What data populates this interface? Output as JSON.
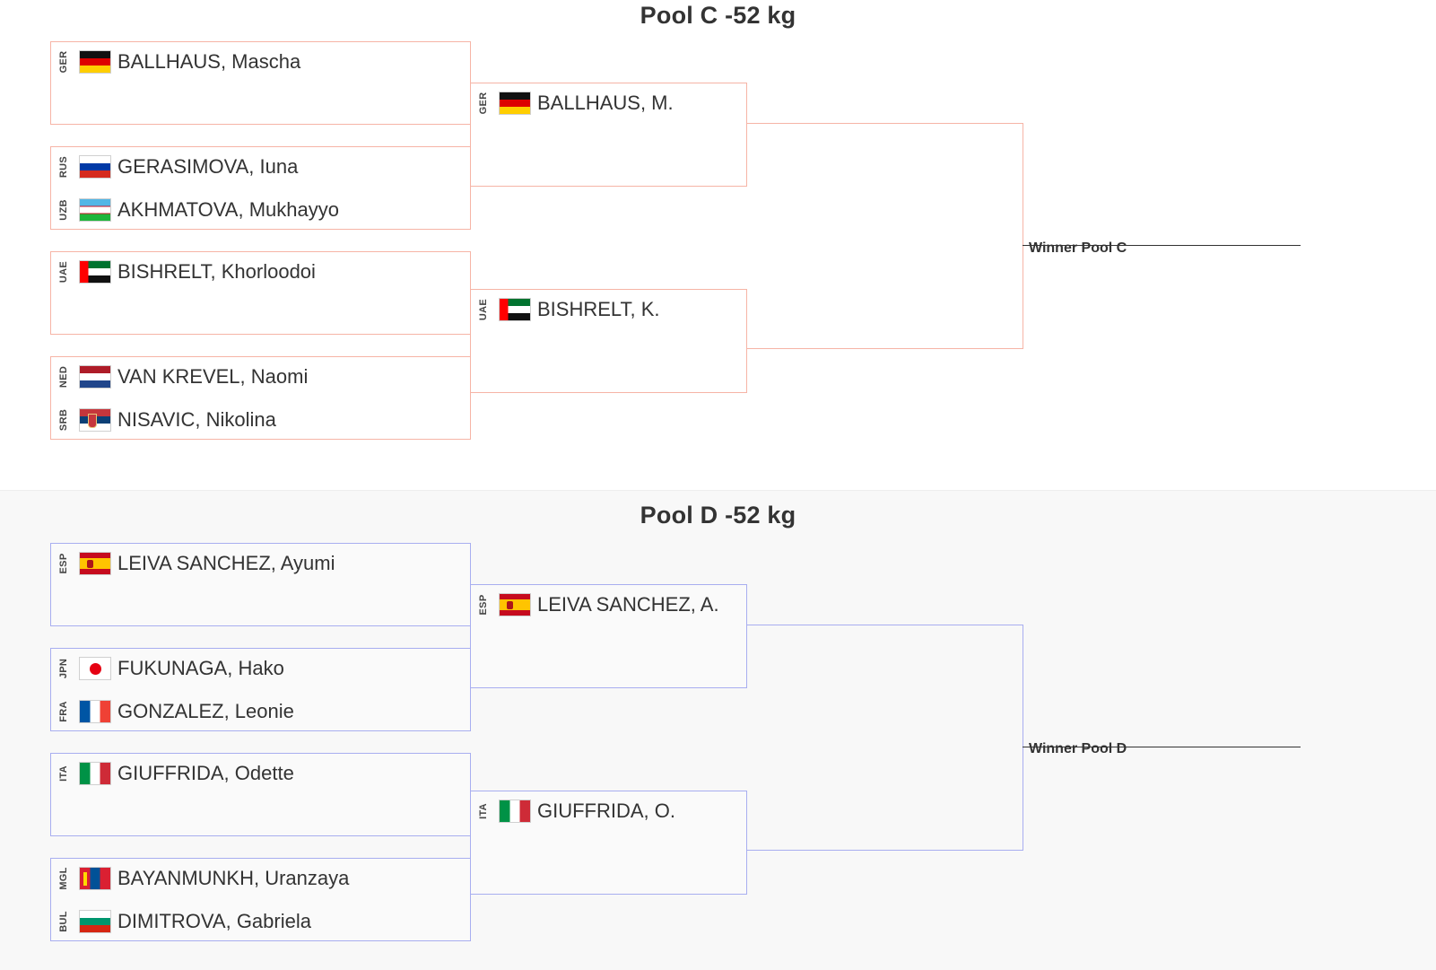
{
  "pools": [
    {
      "title": "Pool C -52 kg",
      "round1": [
        {
          "a": {
            "code": "GER",
            "flag": "ger",
            "name": "BALLHAUS, Mascha"
          }
        },
        {
          "a": {
            "code": "RUS",
            "flag": "rus",
            "name": "GERASIMOVA, Iuna"
          },
          "b": {
            "code": "UZB",
            "flag": "uzb",
            "name": "AKHMATOVA, Mukhayyo"
          }
        },
        {
          "a": {
            "code": "UAE",
            "flag": "uae",
            "name": "BISHRELT, Khorloodoi"
          }
        },
        {
          "a": {
            "code": "NED",
            "flag": "ned",
            "name": "VAN KREVEL, Naomi"
          },
          "b": {
            "code": "SRB",
            "flag": "srb",
            "name": "NISAVIC, Nikolina"
          }
        }
      ],
      "round2": [
        {
          "a": {
            "code": "GER",
            "flag": "ger",
            "name": "BALLHAUS, M."
          }
        },
        {
          "a": {
            "code": "UAE",
            "flag": "uae",
            "name": "BISHRELT, K."
          }
        }
      ],
      "winner_label": "Winner Pool C",
      "accent": "#f6b4a6"
    },
    {
      "title": "Pool D -52 kg",
      "round1": [
        {
          "a": {
            "code": "ESP",
            "flag": "esp",
            "name": "LEIVA SANCHEZ, Ayumi"
          }
        },
        {
          "a": {
            "code": "JPN",
            "flag": "jpn",
            "name": "FUKUNAGA, Hako"
          },
          "b": {
            "code": "FRA",
            "flag": "fra",
            "name": "GONZALEZ, Leonie"
          }
        },
        {
          "a": {
            "code": "ITA",
            "flag": "ita",
            "name": "GIUFFRIDA, Odette"
          }
        },
        {
          "a": {
            "code": "MGL",
            "flag": "mgl",
            "name": "BAYANMUNKH, Uranzaya"
          },
          "b": {
            "code": "BUL",
            "flag": "bul",
            "name": "DIMITROVA, Gabriela"
          }
        }
      ],
      "round2": [
        {
          "a": {
            "code": "ESP",
            "flag": "esp",
            "name": "LEIVA SANCHEZ, A."
          }
        },
        {
          "a": {
            "code": "ITA",
            "flag": "ita",
            "name": "GIUFFRIDA, O."
          }
        }
      ],
      "winner_label": "Winner Pool D",
      "accent": "#a8aef0"
    }
  ]
}
